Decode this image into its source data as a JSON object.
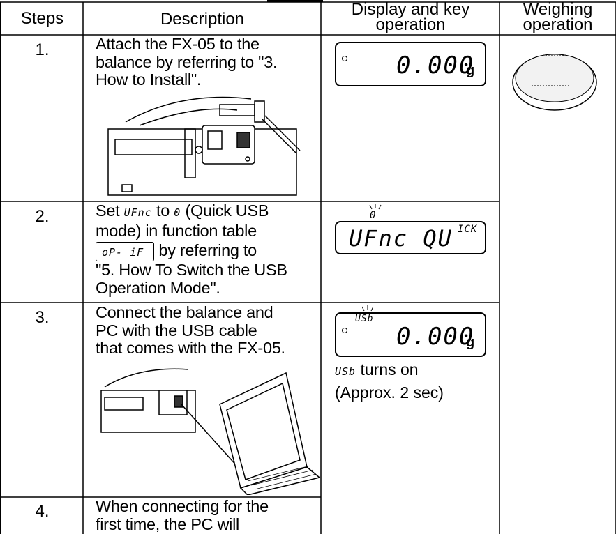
{
  "headers": {
    "steps": "Steps",
    "description": "Description",
    "display_line1": "Display and key",
    "display_line2": "operation",
    "weighing_line1": "Weighing",
    "weighing_line2": "operation"
  },
  "rows": [
    {
      "step": "1.",
      "desc_lines": [
        "Attach the FX-05 to the",
        "balance by referring to \"3.",
        "How to Install\"."
      ],
      "display": {
        "value": "0.000",
        "unit": "g"
      }
    },
    {
      "step": "2.",
      "desc_set": "Set",
      "desc_code": "UFnc",
      "desc_to": "to",
      "desc_val": "0",
      "desc_rest1": "(Quick USB",
      "desc_line2": "mode) in function table",
      "desc_key": "oP- iF",
      "desc_line3_rest": "by referring to",
      "desc_line4": "\"5. How To Switch the USB",
      "desc_line5": "Operation Mode\".",
      "display": {
        "small_top": "0",
        "main": "UFnc  QU",
        "sup": "ICK"
      }
    },
    {
      "step": "3.",
      "desc_lines": [
        "Connect the balance and",
        "PC with the USB cable",
        "that comes with the FX-05."
      ],
      "display": {
        "indicator": "USb",
        "value": "0.000",
        "unit": "g"
      },
      "note_code": "USb",
      "note_text": "turns on",
      "note_line2": "(Approx. 2 sec)"
    },
    {
      "step": "4.",
      "desc_lines": [
        "When connecting for the",
        "first time, the PC will"
      ]
    }
  ]
}
